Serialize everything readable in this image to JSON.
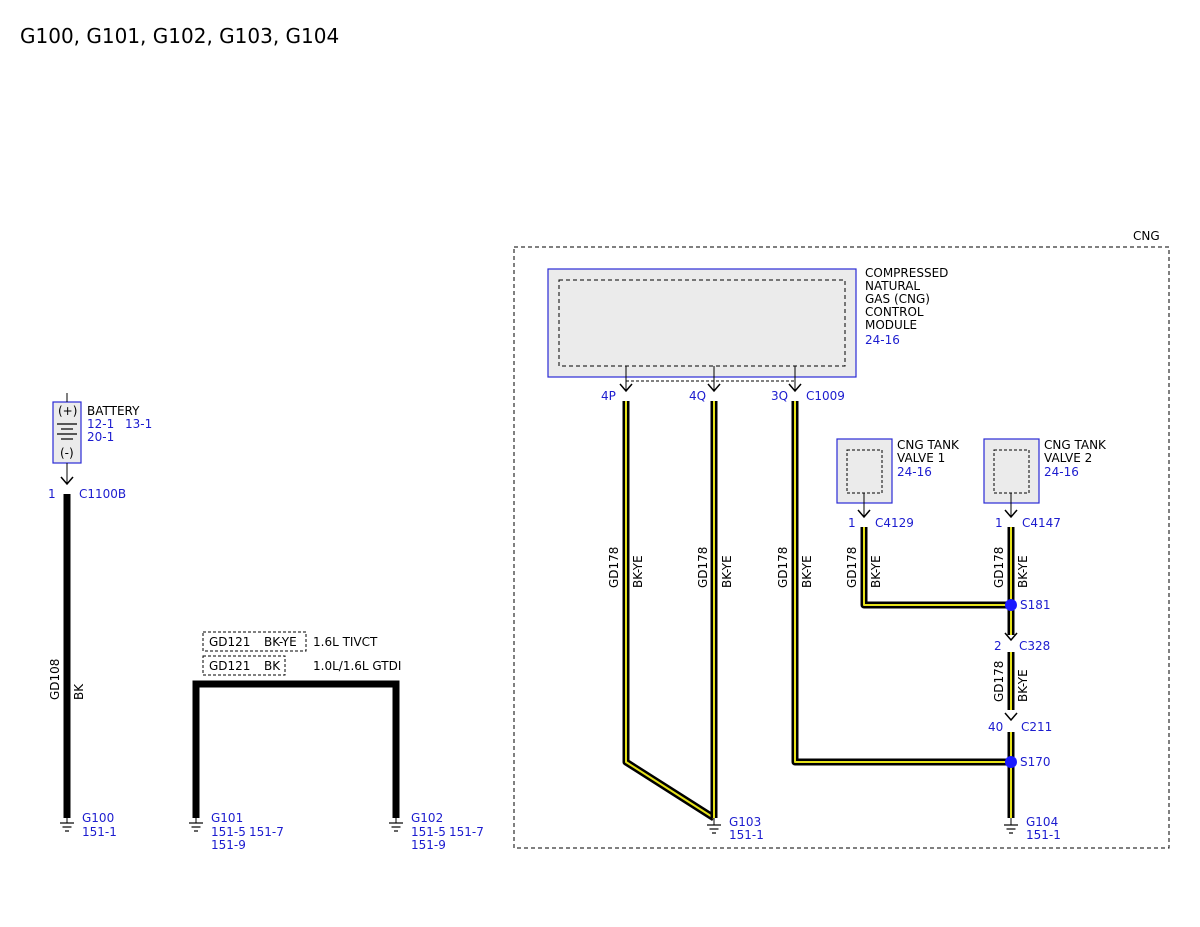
{
  "title": "G100, G101, G102, G103, G104",
  "cng_box_label": "CNG",
  "battery": {
    "name": "BATTERY",
    "refs": [
      "12-1",
      "13-1",
      "20-1"
    ],
    "plus": "(+)",
    "minus": "(-)",
    "pin": "1",
    "connector": "C1100B",
    "circuit": "GD108",
    "wire_color": "BK"
  },
  "ground_g100": {
    "name": "G100",
    "ref": "151-1"
  },
  "option_labels": [
    {
      "circuit": "GD121",
      "color": "BK-YE",
      "option": "1.6L TIVCT"
    },
    {
      "circuit": "GD121",
      "color": "BK",
      "option": "1.0L/1.6L GTDI"
    }
  ],
  "ground_g101": {
    "name": "G101",
    "refs": [
      "151-5",
      "151-7",
      "151-9"
    ]
  },
  "ground_g102": {
    "name": "G102",
    "refs": [
      "151-5",
      "151-7",
      "151-9"
    ]
  },
  "cng_module": {
    "lines": [
      "COMPRESSED",
      "NATURAL",
      "GAS (CNG)",
      "CONTROL",
      "MODULE"
    ],
    "ref": "24-16",
    "connector": "C1009",
    "pins": [
      "4P",
      "4Q",
      "3Q"
    ]
  },
  "wire_gd178": {
    "circuit": "GD178",
    "color": "BK-YE"
  },
  "tank_valve_1": {
    "lines": [
      "CNG TANK",
      "VALVE 1"
    ],
    "ref": "24-16",
    "pin": "1",
    "connector": "C4129"
  },
  "tank_valve_2": {
    "lines": [
      "CNG TANK",
      "VALVE 2"
    ],
    "ref": "24-16",
    "pin": "1",
    "connector": "C4147"
  },
  "splices": {
    "s181": "S181",
    "s170": "S170"
  },
  "connector_c328": {
    "pin": "2",
    "name": "C328"
  },
  "connector_c211": {
    "pin": "40",
    "name": "C211"
  },
  "ground_g103": {
    "name": "G103",
    "ref": "151-1"
  },
  "ground_g104": {
    "name": "G104",
    "ref": "151-1"
  },
  "colors": {
    "wire_black": "#000000",
    "wire_yellow_stripe": "#e6e21a",
    "component_outline": "#2a2ad6",
    "reference_text": "#1c1ccf",
    "splice_dot": "#1a1aff",
    "component_fill": "#ebebeb"
  }
}
